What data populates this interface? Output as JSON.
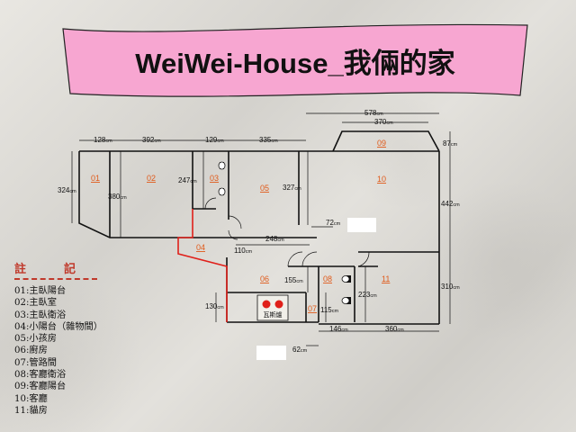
{
  "title": "WeiWei-House_我倆的家",
  "rooms": {
    "r01": "01",
    "r02": "02",
    "r03": "03",
    "r04": "04",
    "r05": "05",
    "r06": "06",
    "r07": "07",
    "r08": "08",
    "r09": "09",
    "r10": "10",
    "r11": "11"
  },
  "gas_label": "瓦斯爐",
  "dimensions": {
    "d128": "128",
    "d392": "392",
    "d129": "129",
    "d335": "335",
    "d578": "578",
    "d370": "370",
    "d87": "87",
    "d324": "324",
    "d380": "380",
    "d247": "247",
    "d327": "327",
    "d442": "442",
    "d72": "72",
    "d110": "110",
    "d248": "248",
    "d155": "155",
    "d223": "223",
    "d310": "310",
    "d130": "130",
    "d115": "115",
    "d146": "146",
    "d360": "360",
    "d62": "62",
    "unit": "cm"
  },
  "legend": {
    "title_left": "註",
    "title_right": "記",
    "items": [
      "01:主臥陽台",
      "02:主臥室",
      "03:主臥衛浴",
      "04:小陽台（雜物間）",
      "05:小孩房",
      "06:廚房",
      "07:管路間",
      "08:客廳衛浴",
      "09:客廳陽台",
      "10:客廳",
      "11:貓房"
    ]
  },
  "colors": {
    "banner_fill": "#f7a6d1",
    "room_number": "#e05a1a",
    "balcony_wall": "#e0201a",
    "legend_title": "#c0392b"
  }
}
